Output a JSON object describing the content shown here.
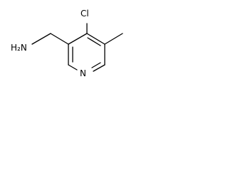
{
  "molecule": {
    "atoms": {
      "chlorine": "Cl",
      "nitrogen_ring": "N",
      "amine": "H₂N"
    }
  }
}
